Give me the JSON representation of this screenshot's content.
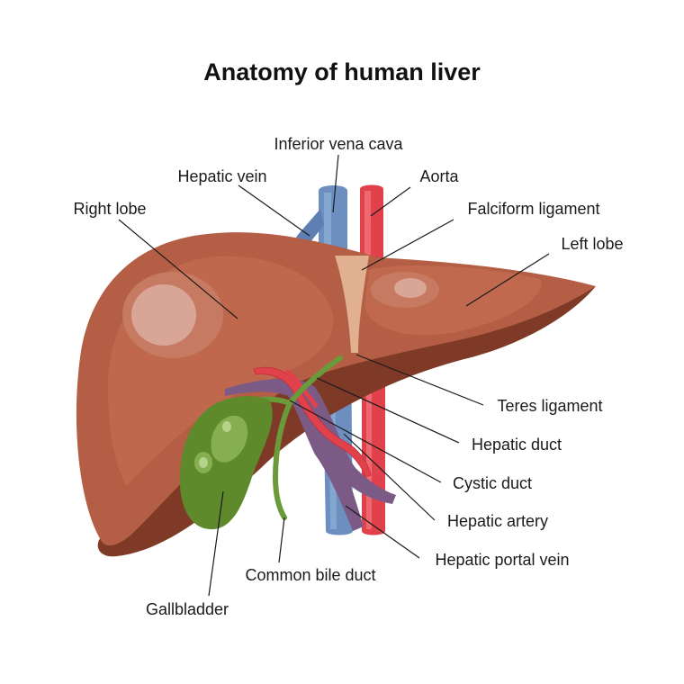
{
  "title": "Anatomy of human liver",
  "labels": {
    "inferior_vena_cava": "Inferior vena cava",
    "hepatic_vein": "Hepatic vein",
    "aorta": "Aorta",
    "right_lobe": "Right lobe",
    "falciform_ligament": "Falciform ligament",
    "left_lobe": "Left lobe",
    "teres_ligament": "Teres ligament",
    "hepatic_duct": "Hepatic duct",
    "cystic_duct": "Cystic duct",
    "hepatic_artery": "Hepatic artery",
    "hepatic_portal_vein": "Hepatic portal vein",
    "common_bile_duct": "Common bile duct",
    "gallbladder": "Gallbladder"
  },
  "colors": {
    "liver": "#b45f45",
    "liver_dark": "#7e3a26",
    "liver_highlight": "#d9a596",
    "vena_cava": "#6d8fc0",
    "aorta": "#e0414a",
    "falciform": "#e0b090",
    "gallbladder": "#5f8a2c",
    "portal_vein": "#7b5a86",
    "bile_duct": "#6a9a3a"
  }
}
